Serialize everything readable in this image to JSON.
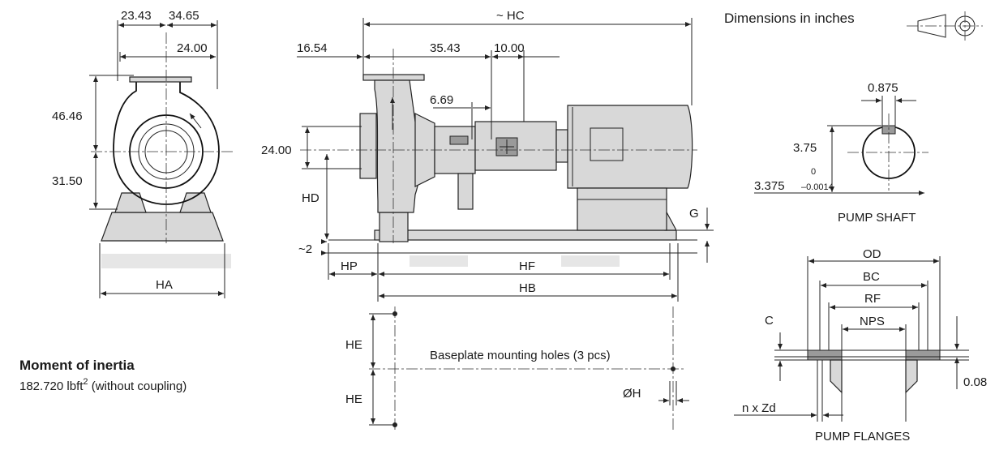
{
  "header": {
    "units_note": "Dimensions in inches"
  },
  "front_view": {
    "dim_a": "23.43",
    "dim_b": "34.65",
    "dim_c": "24.00",
    "dim_height_upper": "46.46",
    "dim_height_lower": "31.50",
    "dim_ha": "HA"
  },
  "side_view": {
    "dim_hc": "~ HC",
    "dim_16": "16.54",
    "dim_35": "35.43",
    "dim_10": "10.00",
    "dim_669": "6.69",
    "dim_24": "24.00",
    "dim_hd": "HD",
    "dim_g": "G",
    "dim_2": "~2",
    "dim_hp": "HP",
    "dim_hf": "HF",
    "dim_hb": "HB"
  },
  "plan_view": {
    "dim_he_top": "HE",
    "dim_he_bottom": "HE",
    "mounting_holes": "Baseplate mounting holes (3 pcs)",
    "dim_oh": "ØH"
  },
  "inertia": {
    "heading": "Moment of inertia",
    "value_prefix": "182.720 lbft",
    "value_exp": "2",
    "value_suffix": " (without coupling)"
  },
  "pump_shaft": {
    "dim_key": "0.875",
    "dim_height": "3.75",
    "tol_upper": "0",
    "dim_dia": "3.375",
    "tol_lower": "–0.0014",
    "caption": "PUMP SHAFT"
  },
  "pump_flanges": {
    "dim_od": "OD",
    "dim_bc": "BC",
    "dim_rf": "RF",
    "dim_nps": "NPS",
    "dim_c": "C",
    "dim_008": "0.08",
    "dim_bolts": "n x Zd",
    "caption": "PUMP FLANGES"
  }
}
